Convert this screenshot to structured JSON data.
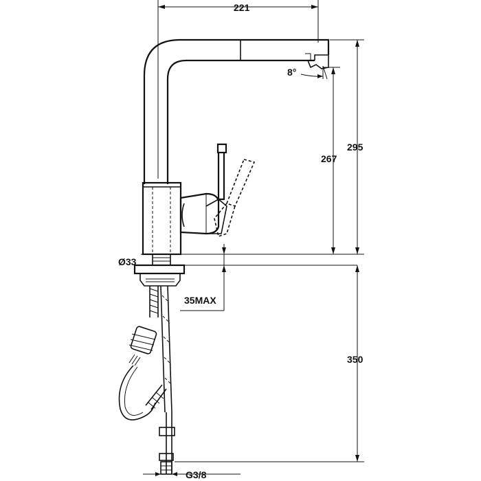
{
  "drawing": {
    "dimensions": {
      "top_width": "221",
      "spray_angle": "8°",
      "spout_height": "267",
      "total_height": "295",
      "base_diameter": "Ø33",
      "counter_thickness": "35MAX",
      "hose_length": "350",
      "connection": "G3/8"
    }
  }
}
